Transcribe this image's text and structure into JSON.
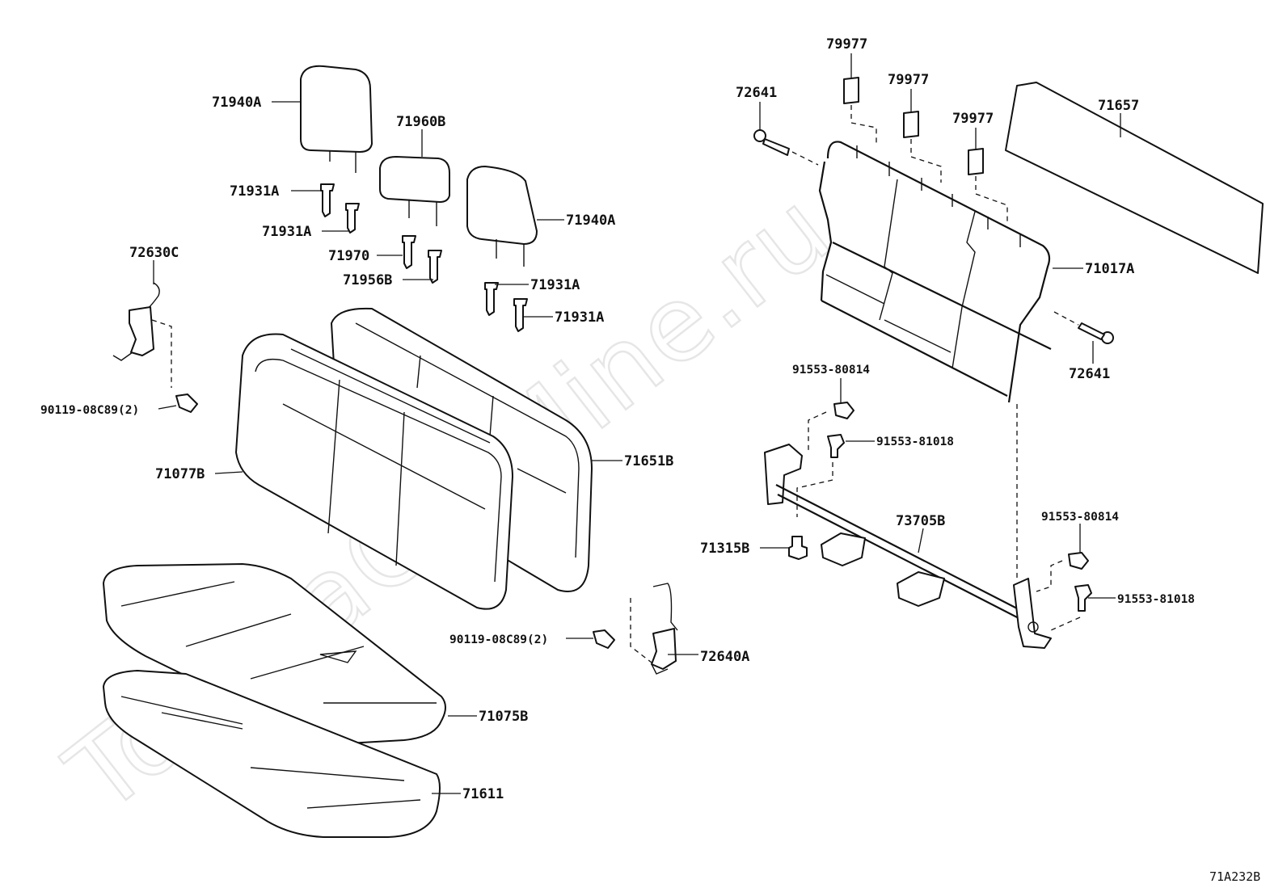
{
  "watermark": "ToyotaCarMine.ru",
  "diagram_code": "71A232B",
  "labels": {
    "l_71940A_left": "71940A",
    "l_71960B": "71960B",
    "l_71931A_1": "71931A",
    "l_71931A_2": "71931A",
    "l_71970": "71970",
    "l_71956B": "71956B",
    "l_71940A_right": "71940A",
    "l_71931A_3": "71931A",
    "l_71931A_4": "71931A",
    "l_72630C": "72630C",
    "l_90119_top": "90119-08C89(2)",
    "l_71077B": "71077B",
    "l_71651B": "71651B",
    "l_90119_bottom": "90119-08C89(2)",
    "l_72640A": "72640A",
    "l_71075B": "71075B",
    "l_71611": "71611",
    "l_79977_1": "79977",
    "l_79977_2": "79977",
    "l_79977_3": "79977",
    "l_72641_top": "72641",
    "l_71657": "71657",
    "l_71017A": "71017A",
    "l_72641_right": "72641",
    "l_91553_80814_top": "91553-80814",
    "l_91553_81018_top": "91553-81018",
    "l_73705B": "73705B",
    "l_71315B": "71315B",
    "l_91553_80814_bottom": "91553-80814",
    "l_91553_81018_bottom": "91553-81018"
  }
}
